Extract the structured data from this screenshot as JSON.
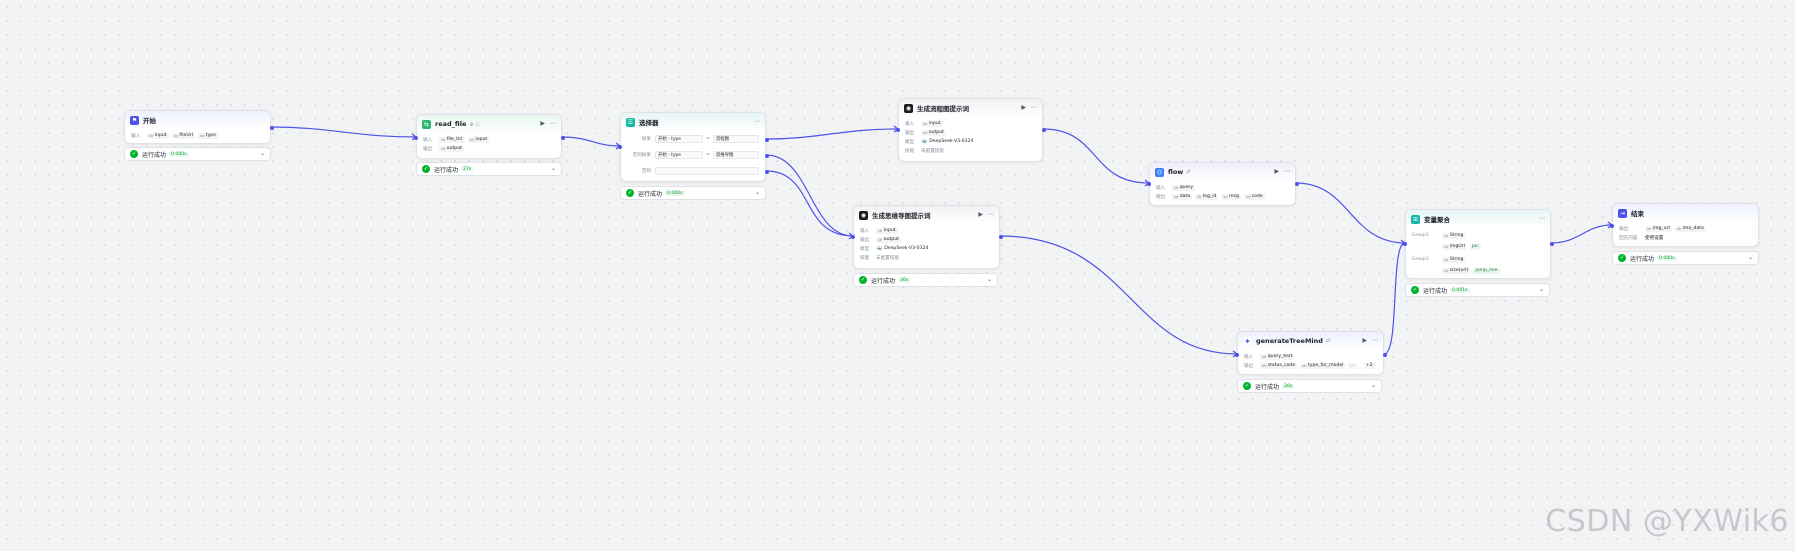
{
  "colors": {
    "edge": "#4d53e8",
    "success": "#00b42a",
    "canvas": "#f2f3f5"
  },
  "status": {
    "text": "运行成功"
  },
  "nodes": {
    "start": {
      "title": "开始",
      "icon": "flag-icon",
      "inputs_label": "输入",
      "inputs": [
        {
          "type": "str",
          "name": "input"
        },
        {
          "type": "str",
          "name": "fileUrl"
        },
        {
          "type": "str",
          "name": "type"
        }
      ],
      "time": "0.000s"
    },
    "read_file": {
      "title": "read_file",
      "icon": "plugin-icon",
      "inputs_label": "输入",
      "outputs_label": "输出",
      "inputs": [
        {
          "type": "str",
          "name": "file_Url"
        },
        {
          "type": "str",
          "name": "input"
        }
      ],
      "outputs": [
        {
          "type": "str",
          "name": "output"
        }
      ],
      "time": "27s"
    },
    "selector": {
      "title": "选择器",
      "icon": "branch-icon",
      "if_label": "如果",
      "elif_label": "否则如果",
      "else_label": "否则",
      "cond1": {
        "left": "开始 - type",
        "op": "=",
        "right": "流程图"
      },
      "cond2": {
        "left": "开始 - type",
        "op": "=",
        "right": "思维导图"
      },
      "time": "0.000s"
    },
    "gen_flow": {
      "title": "生成流程图提示词",
      "icon": "llm-icon",
      "inputs_label": "输入",
      "outputs_label": "输出",
      "model_label": "模型",
      "skill_label": "技能",
      "inputs": [
        {
          "type": "str",
          "name": "input"
        }
      ],
      "outputs": [
        {
          "type": "str",
          "name": "output"
        }
      ],
      "model": "DeepSeek-V3-0324",
      "skill": "未配置技能"
    },
    "gen_mind": {
      "title": "生成思维导图提示词",
      "icon": "llm-icon",
      "inputs_label": "输入",
      "outputs_label": "输出",
      "model_label": "模型",
      "skill_label": "技能",
      "inputs": [
        {
          "type": "str",
          "name": "input"
        }
      ],
      "outputs": [
        {
          "type": "str",
          "name": "output"
        }
      ],
      "model": "DeepSeek-V3-0324",
      "skill": "未配置技能",
      "time": "36s"
    },
    "flow": {
      "title": "flow",
      "icon": "workflow-icon",
      "inputs_label": "输入",
      "outputs_label": "输出",
      "inputs": [
        {
          "type": "str",
          "name": "query"
        }
      ],
      "outputs": [
        {
          "type": "str",
          "name": "data"
        },
        {
          "type": "str",
          "name": "log_id"
        },
        {
          "type": "str",
          "name": "msg"
        },
        {
          "type": "int",
          "name": "code"
        }
      ]
    },
    "tree": {
      "title": "generateTreeMind",
      "icon": "plugin-icon",
      "inputs_label": "输入",
      "outputs_label": "输出",
      "inputs": [
        {
          "type": "str",
          "name": "query_text"
        }
      ],
      "outputs": [
        {
          "type": "int",
          "name": "status_code"
        },
        {
          "type": "str",
          "name": "type_for_model"
        },
        {
          "type": "",
          "name": "..."
        }
      ],
      "more": "+2",
      "time": "26s"
    },
    "merge": {
      "title": "变量聚合",
      "icon": "merge-icon",
      "group1_label": "Group1",
      "group2_label": "Group2",
      "group1": [
        {
          "type": "str",
          "name": "String"
        },
        {
          "type": "str",
          "name": "imgUrl",
          "extra": "pic"
        }
      ],
      "group2": [
        {
          "type": "str",
          "name": "String"
        },
        {
          "type": "str",
          "name": "size(url)",
          "extra": "jump_line"
        }
      ],
      "time": "0.001s"
    },
    "end": {
      "title": "结束",
      "icon": "exit-icon",
      "outputs_label": "输出",
      "mode_label": "回答内容",
      "outputs": [
        {
          "type": "str",
          "name": "img_url"
        },
        {
          "type": "str",
          "name": "ima_data"
        }
      ],
      "mode": "使用设置",
      "time": "0.000s"
    }
  },
  "watermark": "CSDN @YXWik6"
}
